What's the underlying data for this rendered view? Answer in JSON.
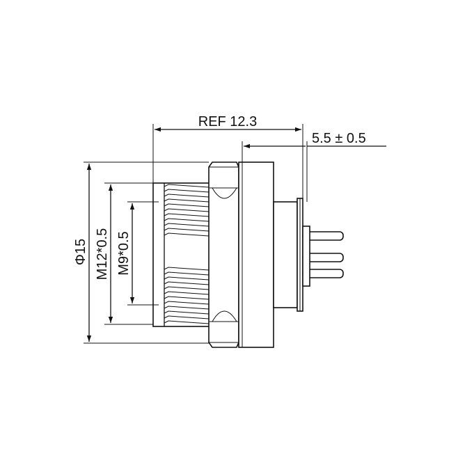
{
  "dimensions": {
    "ref_length": "REF 12.3",
    "pin_length": "5.5 ± 0.5",
    "outer_diameter": "Φ15",
    "outer_thread": "M12*0.5",
    "inner_thread": "M9*0.5"
  },
  "colors": {
    "line": "#111111",
    "background": "#ffffff"
  }
}
